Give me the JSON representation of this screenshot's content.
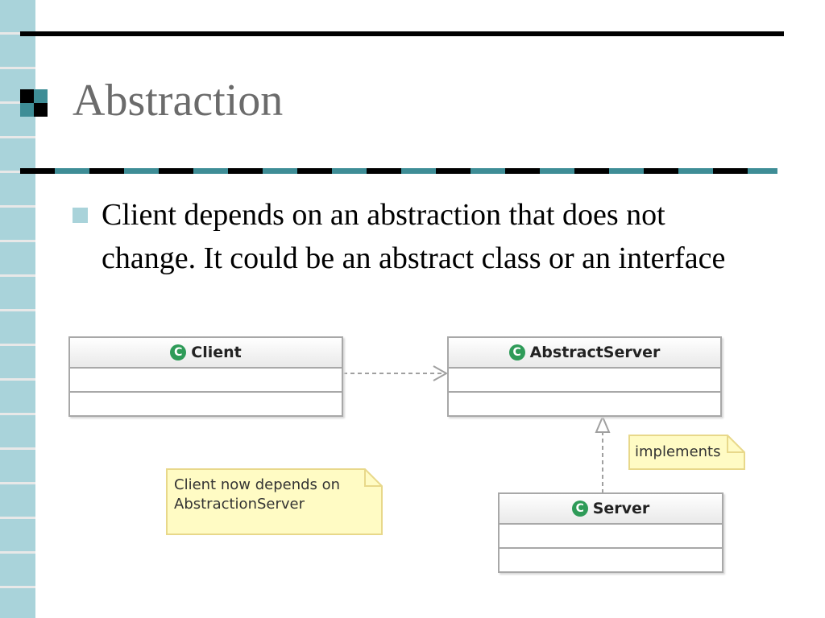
{
  "slide": {
    "title": "Abstraction",
    "bullet": "Client depends on an abstraction that does not change. It could be an abstract class or an interface"
  },
  "diagram": {
    "classes": [
      {
        "name": "Client",
        "icon": "class-icon"
      },
      {
        "name": "AbstractServer",
        "icon": "class-icon"
      },
      {
        "name": "Server",
        "icon": "class-icon"
      }
    ],
    "class_icon_glyph": "C",
    "notes": [
      {
        "text": "Client now depends on\nAbstractionServer"
      },
      {
        "text": "implements"
      }
    ],
    "relations": [
      {
        "from": "Client",
        "to": "AbstractServer",
        "kind": "dependency"
      },
      {
        "from": "Server",
        "to": "AbstractServer",
        "kind": "realization"
      }
    ]
  },
  "colors": {
    "accent_teal": "#3e8d96",
    "strip_blue": "#a9d3da",
    "note_fill": "#fffbc4",
    "class_icon_green": "#2e9b58"
  }
}
